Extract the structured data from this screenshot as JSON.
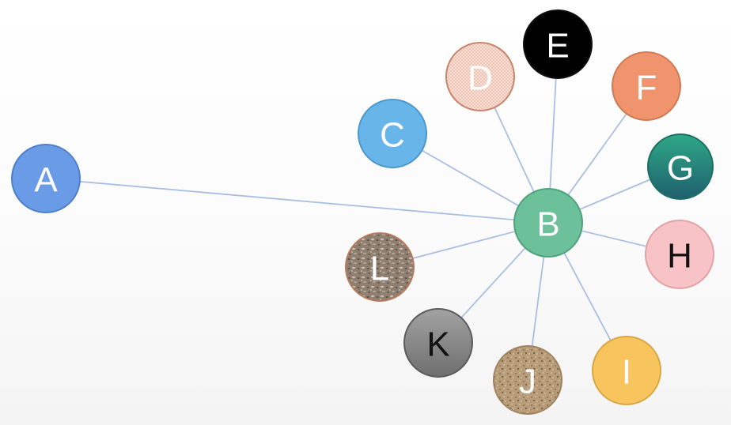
{
  "diagram": {
    "type": "network",
    "hub": "B",
    "edge_color": "#a9bfe2",
    "nodes": [
      {
        "id": "A",
        "label": "A",
        "fill": "#6a9be6",
        "stroke": "#4f7fcc",
        "text_color": "#ffffff",
        "texture": "none"
      },
      {
        "id": "B",
        "label": "B",
        "fill": "#6cc09a",
        "stroke": "#4ea27c",
        "text_color": "#ffffff",
        "texture": "none"
      },
      {
        "id": "C",
        "label": "C",
        "fill": "#68b5e9",
        "stroke": "#4b98cc",
        "text_color": "#ffffff",
        "texture": "none"
      },
      {
        "id": "D",
        "label": "D",
        "fill": "#fbe6de",
        "stroke": "#c9836a",
        "text_color": "#ffffff",
        "texture": "crosshatch"
      },
      {
        "id": "E",
        "label": "E",
        "fill": "#000000",
        "stroke": "#111111",
        "text_color": "#ffffff",
        "texture": "none"
      },
      {
        "id": "F",
        "label": "F",
        "fill": "#f0946e",
        "stroke": "#d07a56",
        "text_color": "#ffffff",
        "texture": "none"
      },
      {
        "id": "G",
        "label": "G",
        "fill": "#2a9b84",
        "stroke": "#1d6f64",
        "text_color": "#ffffff",
        "texture": "gradient-teal"
      },
      {
        "id": "H",
        "label": "H",
        "fill": "#f7c3c6",
        "stroke": "#e3a2a6",
        "text_color": "#111111",
        "texture": "none"
      },
      {
        "id": "I",
        "label": "I",
        "fill": "#f7c45e",
        "stroke": "#d9a743",
        "text_color": "#ffffff",
        "texture": "none"
      },
      {
        "id": "J",
        "label": "J",
        "fill": "#b89d7b",
        "stroke": "#a0825d",
        "text_color": "#ffffff",
        "texture": "sand"
      },
      {
        "id": "K",
        "label": "K",
        "fill": "#8a8a8a",
        "stroke": "#5b5b5b",
        "text_color": "#111111",
        "texture": "gradient-gray"
      },
      {
        "id": "L",
        "label": "L",
        "fill": "#8f7f70",
        "stroke": "#b87a5c",
        "text_color": "#ffffff",
        "texture": "gravel"
      }
    ],
    "edges": [
      {
        "from": "B",
        "to": "A"
      },
      {
        "from": "B",
        "to": "C"
      },
      {
        "from": "B",
        "to": "D"
      },
      {
        "from": "B",
        "to": "E"
      },
      {
        "from": "B",
        "to": "F"
      },
      {
        "from": "B",
        "to": "G"
      },
      {
        "from": "B",
        "to": "H"
      },
      {
        "from": "B",
        "to": "I"
      },
      {
        "from": "B",
        "to": "J"
      },
      {
        "from": "B",
        "to": "K"
      },
      {
        "from": "B",
        "to": "L"
      }
    ]
  }
}
